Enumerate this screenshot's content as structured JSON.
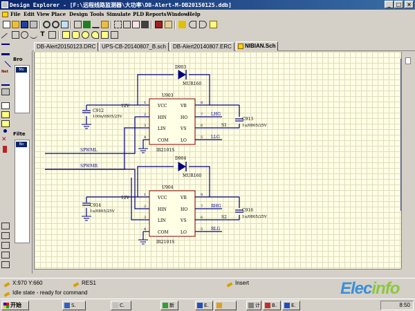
{
  "title": "Design Explorer - [F:\\远程线路监测器\\大功率\\DB-Alert-M-DB20150125.ddb]",
  "window_buttons": [
    "_",
    "□",
    "×"
  ],
  "menus": [
    "File",
    "Edit",
    "View",
    "Place",
    "Design",
    "Tools",
    "Simulate",
    "PLD",
    "Reports",
    "Window",
    "Help"
  ],
  "panel": {
    "browse_label": "Bro",
    "browse_item": "Mo",
    "filter_label": "Filte",
    "filter_item": "Bo"
  },
  "tabs": [
    "DB-Alert20150123.DRC",
    "UPS-CB-20140807_B.sch",
    "DB-Alert20140807.ERC",
    "NIBIAN.Sch"
  ],
  "active_tab": 3,
  "schematic": {
    "diode_top": {
      "ref": "D903",
      "value": "MUR160"
    },
    "diode_bottom": {
      "ref": "D904",
      "value": "MUR160"
    },
    "ic_top": {
      "ref": "U903",
      "part": "IR2101S"
    },
    "ic_bottom": {
      "ref": "U904",
      "part": "IR2101S"
    },
    "pins_left": [
      "VCC",
      "HIN",
      "LIN",
      "COM"
    ],
    "pins_right": [
      "VB",
      "HO",
      "VS",
      "LO"
    ],
    "pin_nums_left": [
      "1",
      "2",
      "3",
      "4"
    ],
    "pin_nums_right": [
      "8",
      "7",
      "6",
      "5"
    ],
    "cap_top_left": {
      "ref": "C912",
      "value": "100n/0805/25V"
    },
    "cap_top_right": {
      "ref": "C913",
      "value": "1u/0805/25V"
    },
    "cap_bottom_left": {
      "ref": "C914",
      "value": "1u/0805/25V"
    },
    "cap_bottom_right": {
      "ref": "C916",
      "value": "1u/0805/25V"
    },
    "supply": "12V",
    "net_lhg": "LHG",
    "net_llg": "LLG",
    "net_rhg": "RHG",
    "net_rlg": "RLG",
    "net_s1": "S1",
    "net_s2": "S2",
    "net_spwml": "SPWML",
    "net_spwmr": "SPWMR"
  },
  "status": {
    "coords": "X:970 Y:660",
    "component": "RES1",
    "mode": "Insert",
    "state": "Idle state - ready for command"
  },
  "watermark": {
    "part1": "Elec",
    "part2": "info"
  },
  "taskbar": {
    "start": "开始",
    "tasks": [
      "S.",
      "C.",
      "新",
      "E.",
      "",
      "计",
      "B.",
      "E."
    ],
    "clock": "8:50"
  },
  "colors": {
    "wire": "#000080",
    "component": "#800000",
    "pin_label": "#000000",
    "net_label": "#000080",
    "sheet_bg": "#ffffe6",
    "grid": "#e0dcbc"
  }
}
